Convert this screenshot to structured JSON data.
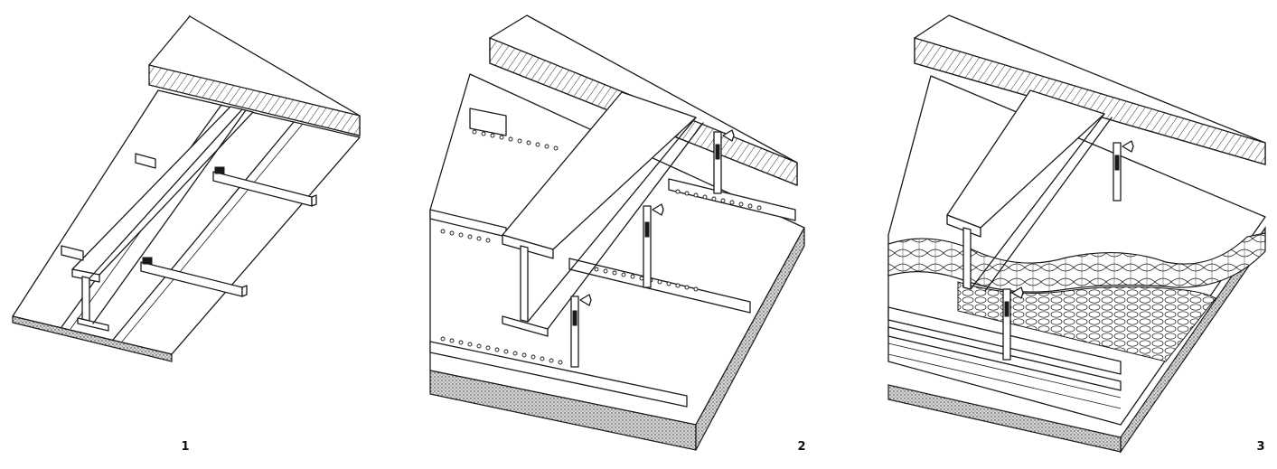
{
  "panels": [
    {
      "number": "1"
    },
    {
      "number": "2"
    },
    {
      "number": "3"
    }
  ]
}
